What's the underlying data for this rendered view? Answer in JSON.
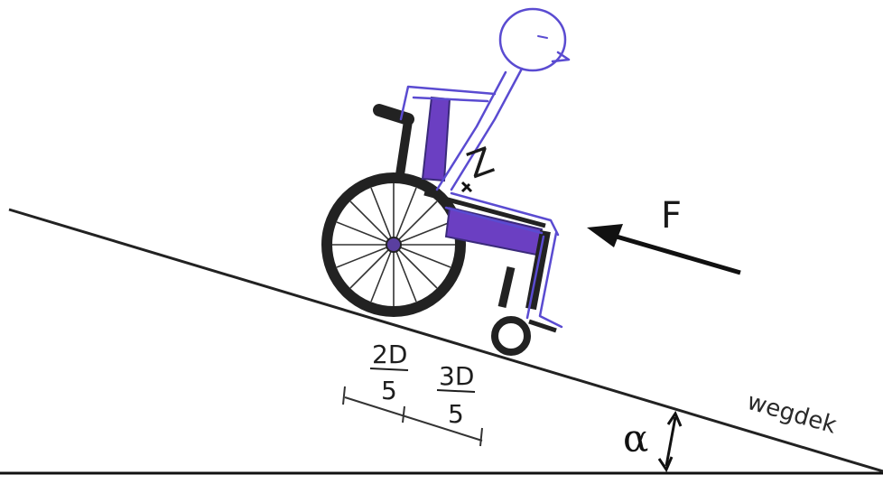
{
  "labels": {
    "center_of_mass": "Z",
    "force": "F",
    "surface": "wegdek",
    "angle": "α",
    "rear_segment_numerator": "2D",
    "rear_segment_denominator": "5",
    "front_segment_numerator": "3D",
    "front_segment_denominator": "5"
  },
  "colors": {
    "line": "#1a1a1a",
    "figure_outline": "#5a4bd1",
    "seat_fill": "#6b3fc2",
    "wheel": "#222222"
  }
}
